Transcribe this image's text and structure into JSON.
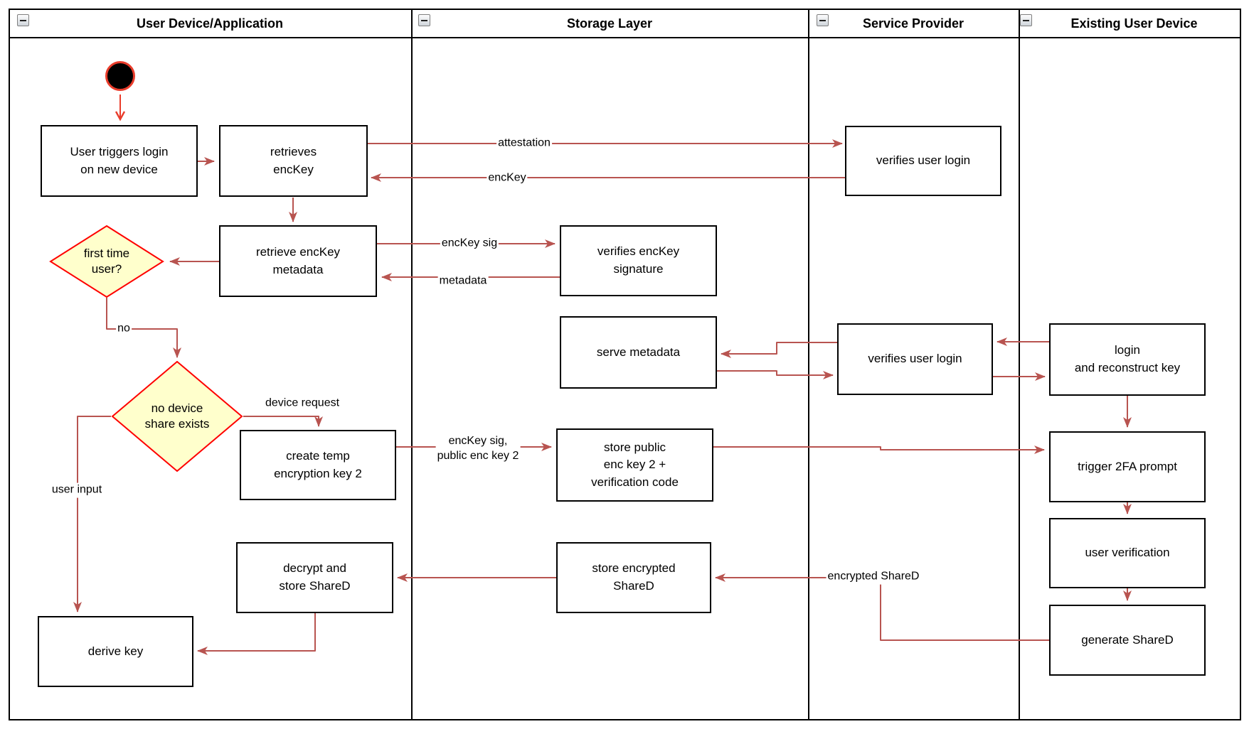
{
  "lanes": [
    {
      "label": "User Device/Application"
    },
    {
      "label": "Storage Layer"
    },
    {
      "label": "Service Provider"
    },
    {
      "label": "Existing User Device"
    }
  ],
  "nodes": {
    "user_triggers_login": "User triggers login\non new device",
    "retrieves_enckey": "retrieves\nencKey",
    "retrieve_enckey_metadata": "retrieve encKey\nmetadata",
    "first_time_user": "first time\nuser?",
    "no_device_share_exists": "no device\nshare exists",
    "create_temp_key": "create temp\nencryption key 2",
    "decrypt_store_shared": "decrypt and\nstore ShareD",
    "derive_key": "derive key",
    "verifies_enckey_signature": "verifies encKey\nsignature",
    "serve_metadata": "serve metadata",
    "store_public_key": "store public\nenc key 2 +\nverification code",
    "store_encrypted_shared": "store encrypted\nShareD",
    "verifies_user_login_top": "verifies user login",
    "verifies_user_login_mid": "verifies user login",
    "login_reconstruct_key": "login\nand reconstruct key",
    "trigger_2fa": "trigger 2FA prompt",
    "user_verification": "user verification",
    "generate_shared": "generate ShareD"
  },
  "edge_labels": {
    "attestation": "attestation",
    "enckey": "encKey",
    "enckey_sig": "encKey sig",
    "metadata": "metadata",
    "no": "no",
    "device_request": "device request",
    "enckey_sig_public": "encKey sig,\npublic enc key 2",
    "user_input": "user input",
    "encrypted_shared": "encrypted ShareD"
  },
  "colors": {
    "arrow": "#B85450",
    "start_red": "#E93C2B",
    "decision_stroke": "#FF0000",
    "decision_fill": "#FFFFCC",
    "node_border": "#000000"
  }
}
